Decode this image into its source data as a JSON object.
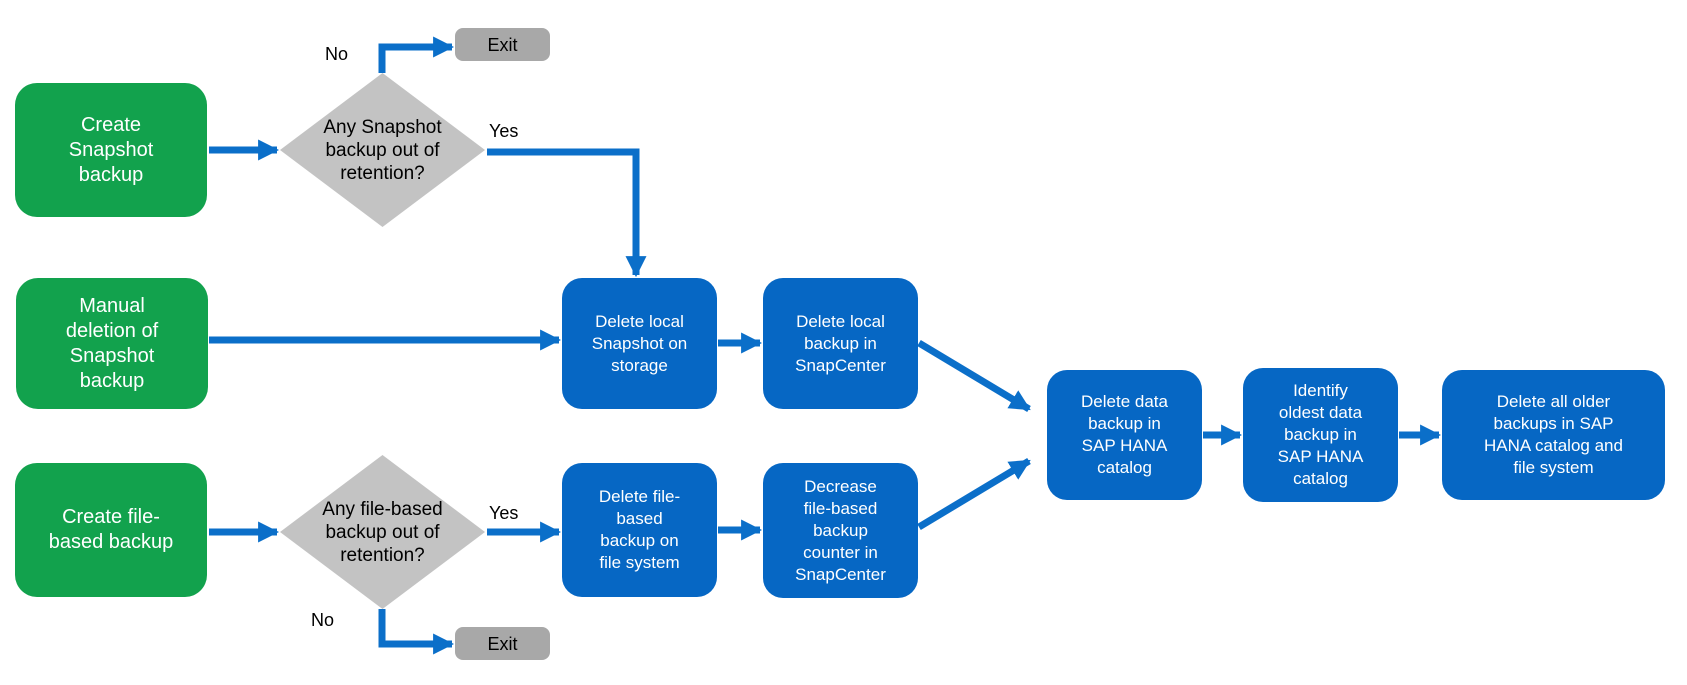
{
  "colors": {
    "green": "#12A24D",
    "blue": "#0667C4",
    "arrow": "#0B6FC9",
    "diamond": "#C3C3C3",
    "exit": "#A8A8A8",
    "text_light": "#FFFFFF",
    "text_dark": "#000000"
  },
  "nodes": {
    "create_snapshot": {
      "type": "start",
      "label": "Create\nSnapshot\nbackup"
    },
    "snapshot_retention_check": {
      "type": "decision",
      "label": "Any Snapshot\nbackup out of\nretention?"
    },
    "exit_top": {
      "type": "terminator",
      "label": "Exit"
    },
    "manual_deletion": {
      "type": "start",
      "label": "Manual\ndeletion of\nSnapshot\nbackup"
    },
    "delete_local_snapshot": {
      "type": "process",
      "label": "Delete local\nSnapshot on\nstorage"
    },
    "delete_local_backup_snapcenter": {
      "type": "process",
      "label": "Delete local\nbackup in\nSnapCenter"
    },
    "create_file_based": {
      "type": "start",
      "label": "Create file-\nbased backup"
    },
    "file_retention_check": {
      "type": "decision",
      "label": "Any file-based\nbackup out of\nretention?"
    },
    "delete_file_based_backup": {
      "type": "process",
      "label": "Delete file-\nbased\nbackup on\nfile system"
    },
    "decrease_counter": {
      "type": "process",
      "label": "Decrease\nfile-based\nbackup\ncounter in\nSnapCenter"
    },
    "delete_data_backup_catalog": {
      "type": "process",
      "label": "Delete data\nbackup in\nSAP HANA\ncatalog"
    },
    "identify_oldest": {
      "type": "process",
      "label": "Identify\noldest data\nbackup in\nSAP HANA\ncatalog"
    },
    "delete_all_older": {
      "type": "process",
      "label": "Delete all older\nbackups in SAP\nHANA catalog and\nfile system"
    },
    "exit_bottom": {
      "type": "terminator",
      "label": "Exit"
    }
  },
  "edge_labels": {
    "no_top": "No",
    "yes_top": "Yes",
    "yes_bottom": "Yes",
    "no_bottom": "No"
  },
  "edges": [
    {
      "from": "create_snapshot",
      "to": "snapshot_retention_check",
      "label": ""
    },
    {
      "from": "snapshot_retention_check",
      "to": "exit_top",
      "label": "No"
    },
    {
      "from": "snapshot_retention_check",
      "to": "delete_local_snapshot",
      "label": "Yes"
    },
    {
      "from": "manual_deletion",
      "to": "delete_local_snapshot",
      "label": ""
    },
    {
      "from": "delete_local_snapshot",
      "to": "delete_local_backup_snapcenter",
      "label": ""
    },
    {
      "from": "delete_local_backup_snapcenter",
      "to": "delete_data_backup_catalog",
      "label": ""
    },
    {
      "from": "create_file_based",
      "to": "file_retention_check",
      "label": ""
    },
    {
      "from": "file_retention_check",
      "to": "exit_bottom",
      "label": "No"
    },
    {
      "from": "file_retention_check",
      "to": "delete_file_based_backup",
      "label": "Yes"
    },
    {
      "from": "delete_file_based_backup",
      "to": "decrease_counter",
      "label": ""
    },
    {
      "from": "decrease_counter",
      "to": "delete_data_backup_catalog",
      "label": ""
    },
    {
      "from": "delete_data_backup_catalog",
      "to": "identify_oldest",
      "label": ""
    },
    {
      "from": "identify_oldest",
      "to": "delete_all_older",
      "label": ""
    }
  ]
}
